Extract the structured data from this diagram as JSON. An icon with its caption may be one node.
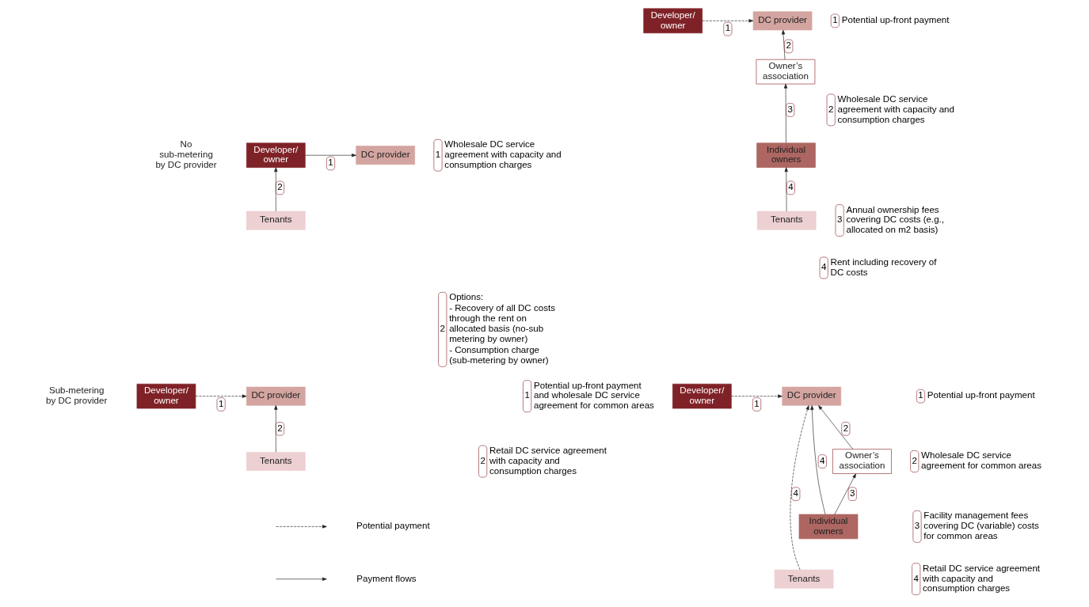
{
  "diagram": {
    "nodes": [
      {
        "text": [
          "Developer/ owner"
        ]
      },
      {
        "text": [
          "DC provider"
        ]
      },
      {
        "text": [
          "Tenants"
        ]
      },
      {
        "text": [
          "1"
        ],
        "beside": [
          "Wholesale DC service agreement with capacity and consumption charges"
        ]
      },
      {
        "text": [
          "2"
        ],
        "beside": [
          "Options:",
          "- Recovery of all DC costs through the rent on allocated basis (no-sub metering by owner)",
          "- Consumption charge (sub-metering by owner)"
        ]
      },
      {
        "text": [
          "Developer/ owner"
        ]
      },
      {
        "text": [
          "DC provider"
        ]
      },
      {
        "text": [
          "Owner’s association"
        ]
      },
      {
        "text": [
          "Individual owners"
        ]
      },
      {
        "text": [
          "Tenants"
        ]
      },
      {
        "text": [
          "1"
        ],
        "beside": [
          "Potential up-front payment"
        ]
      },
      {
        "text": [
          "2"
        ],
        "beside": [
          "Wholesale DC service agreement with capacity and consumption charges"
        ]
      },
      {
        "text": [
          "3"
        ],
        "beside": [
          "Annual ownership fees covering DC costs (e.g., allocated on m2 basis)"
        ]
      },
      {
        "text": [
          "4"
        ],
        "beside": [
          "Rent including recovery of DC costs"
        ]
      },
      {
        "text": [
          "Developer/ owner"
        ]
      },
      {
        "text": [
          "DC provider"
        ]
      },
      {
        "text": [
          "Tenants"
        ]
      },
      {
        "text": [
          "1"
        ],
        "beside": [
          "Potential up-front payment and wholesale DC service agreement for common areas"
        ]
      },
      {
        "text": [
          "2"
        ],
        "beside": [
          "Retail DC service agreement with capacity and consumption charges"
        ]
      },
      {
        "text": [
          "Developer/ owner"
        ]
      },
      {
        "text": [
          "DC provider"
        ]
      },
      {
        "text": [
          "Owner’s association"
        ]
      },
      {
        "text": [
          "Individual owners"
        ]
      },
      {
        "text": [
          "Tenants"
        ]
      },
      {
        "text": [
          "1"
        ],
        "beside": [
          "Potential up-front payment"
        ]
      },
      {
        "text": [
          "2"
        ],
        "beside": [
          "Wholesale DC service agreement for common areas"
        ]
      },
      {
        "text": [
          "3"
        ],
        "beside": [
          "Facility management fees covering DC (variable) costs for common areas"
        ]
      },
      {
        "text": [
          "4"
        ],
        "beside": [
          "Retail DC service agreement with capacity and consumption charges"
        ]
      }
    ],
    "edges": [
      {
        "from": 0,
        "to": 1,
        "arrow": "to",
        "label": "1"
      },
      {
        "from": 2,
        "to": 0,
        "arrow": "to",
        "label": "2"
      },
      {
        "from": 5,
        "to": 6,
        "arrow": "to",
        "label": "1",
        "style": "dashed"
      },
      {
        "from": 7,
        "to": 6,
        "arrow": "to",
        "label": "2"
      },
      {
        "from": 8,
        "to": 7,
        "arrow": "to",
        "label": "3"
      },
      {
        "from": 9,
        "to": 8,
        "arrow": "to",
        "label": "4"
      },
      {
        "from": 14,
        "to": 15,
        "arrow": "to",
        "label": "1",
        "style": "dashed"
      },
      {
        "from": 16,
        "to": 15,
        "arrow": "to",
        "label": "2"
      },
      {
        "from": 19,
        "to": 20,
        "arrow": "to",
        "label": "1",
        "style": "dashed"
      },
      {
        "from": 21,
        "to": 20,
        "arrow": "to",
        "label": "2"
      },
      {
        "from": 22,
        "to": 21,
        "arrow": "to",
        "label": "3"
      },
      {
        "from": 22,
        "to": 20,
        "arrow": "to",
        "label": "4"
      },
      {
        "from": 23,
        "to": 20,
        "arrow": "to",
        "label": "4",
        "style": "dashed"
      }
    ],
    "labels": [
      "No sub-metering by DC provider",
      "Sub-metering by DC provider"
    ],
    "legend": [
      {
        "text": "Potential payment"
      },
      {
        "text": "Payment flows"
      }
    ]
  }
}
